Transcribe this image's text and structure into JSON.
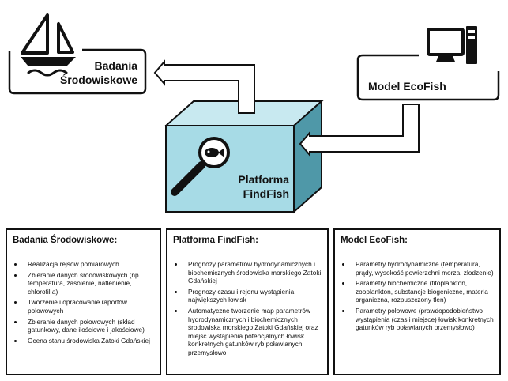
{
  "nodes": {
    "research": {
      "label_line1": "Badania",
      "label_line2": "Środowiskowe"
    },
    "model": {
      "label": "Model EcoFish"
    },
    "platform": {
      "label_line1": "Platforma",
      "label_line2": "FindFish"
    }
  },
  "icons": {
    "research": "sailboat-icon",
    "model": "desktop-computer-icon",
    "platform": "magnifier-fish-icon"
  },
  "colors": {
    "cube_front": "#a7dbe6",
    "cube_top": "#c8e9f0",
    "cube_side": "#4f98a8"
  },
  "panels": [
    {
      "title": "Badania Środowiskowe:",
      "items": [
        "Realizacja rejsów pomiarowych",
        "Zbieranie danych środowiskowych (np. temperatura, zasolenie, natlenienie, chlorofil a)",
        "Tworzenie i opracowanie raportów połowowych",
        "Zbieranie danych połowowych (skład gatunkowy, dane ilościowe i jakościowe)",
        "Ocena stanu środowiska Zatoki Gdańskiej"
      ]
    },
    {
      "title": "Platforma FindFish:",
      "items": [
        "Prognozy parametrów hydrodynamicznych i biochemicznych środowiska morskiego Zatoki Gdańskiej",
        "Prognozy czasu i rejonu wystąpienia największych łowisk",
        "Automatyczne tworzenie map parametrów hydrodynamicznych i biochemicznych środowiska morskiego Zatoki Gdańskiej oraz miejsc wystąpienia potencjalnych łowisk konkretnych gatunków ryb poławianych przemysłowo"
      ]
    },
    {
      "title": "Model EcoFish:",
      "items": [
        "Parametry hydrodynamiczne (temperatura, prądy, wysokość powierzchni morza, zlodzenie)",
        "Parametry biochemiczne (fitoplankton, zooplankton, substancje biogeniczne, materia organiczna, rozpuszczony tlen)",
        "Parametry połowowe (prawdopodobieństwo wystąpienia (czas i miejsce) łowisk konkretnych gatunków ryb poławianych przemysłowo)"
      ]
    }
  ]
}
